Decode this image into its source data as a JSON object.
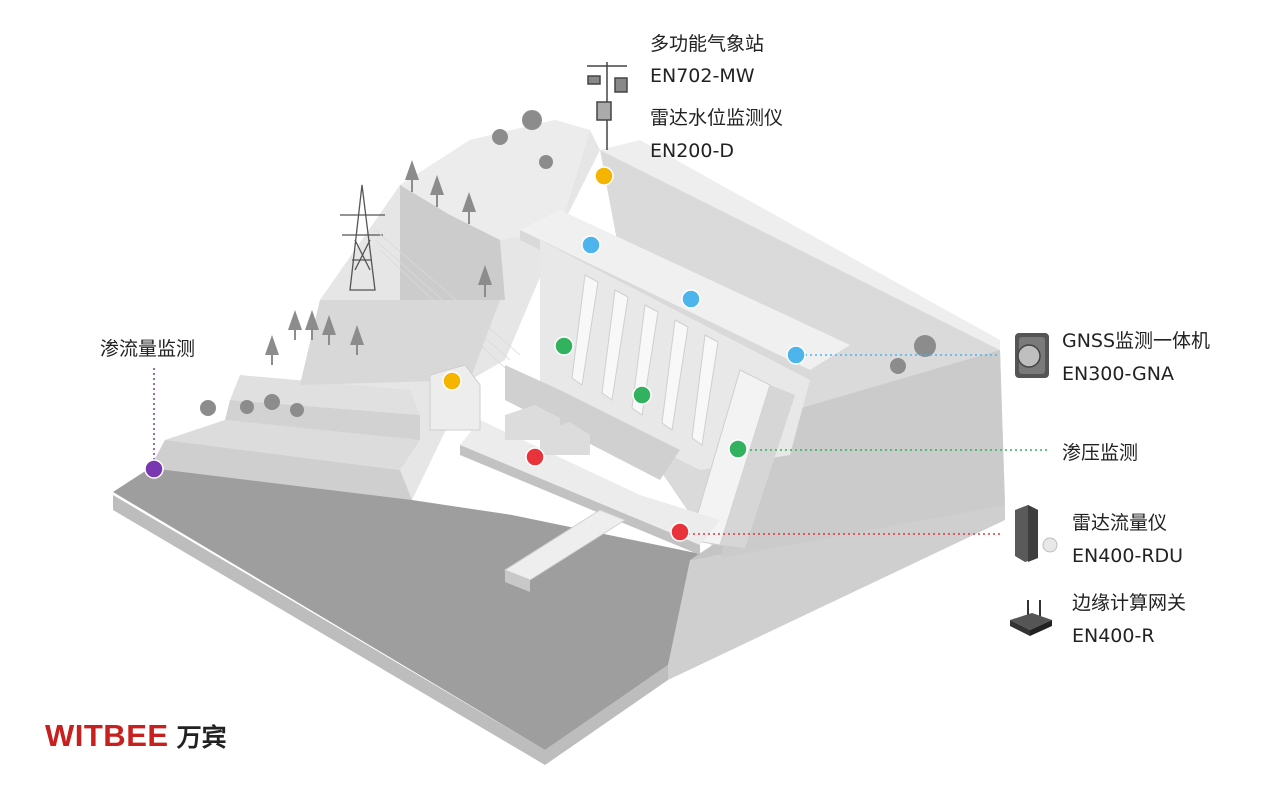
{
  "colors": {
    "weather_water": "#f5b400",
    "gnss": "#4db5ec",
    "seepage_pressure": "#32b15e",
    "flow_radar": "#e8333a",
    "seepage_flow": "#7a38b0",
    "brand": "#c8201f"
  },
  "labels": {
    "weather_station": {
      "name": "多功能气象站",
      "model": "EN702-MW"
    },
    "radar_level": {
      "name": "雷达水位监测仪",
      "model": "EN200-D"
    },
    "gnss": {
      "name": "GNSS监测一体机",
      "model": "EN300-GNA"
    },
    "seepage_pressure": {
      "name": "渗压监测"
    },
    "radar_flow": {
      "name": "雷达流量仪",
      "model": "EN400-RDU"
    },
    "edge_gateway": {
      "name": "边缘计算网关",
      "model": "EN400-R"
    },
    "seepage_flow": {
      "name": "渗流量监测"
    }
  },
  "brand": {
    "en": "WITBEE",
    "cn": "万宾"
  },
  "icons": {
    "gnss_device": "gnss-device-icon",
    "radar_flow_device": "radar-flow-device-icon",
    "gateway_device": "router-icon",
    "weather_station": "weather-station-icon"
  }
}
